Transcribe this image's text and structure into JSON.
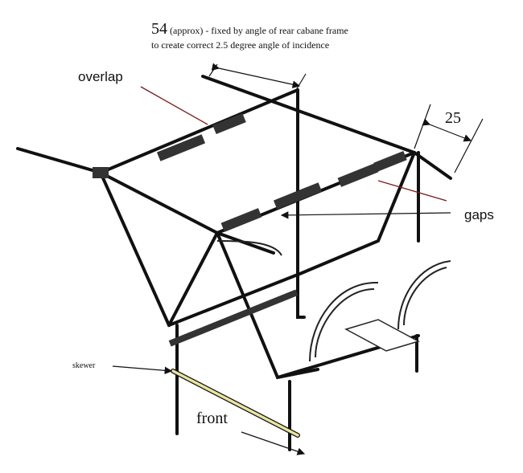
{
  "title": {
    "number": "54",
    "line1_rest": "(approx) - fixed by angle of  rear cabane frame",
    "line2": "to create correct 2.5 degree angle of incidence"
  },
  "labels": {
    "overlap": "overlap",
    "gaps": "gaps",
    "dimension_25": "25",
    "skewer": "skewer",
    "front": "front"
  },
  "colors": {
    "frame": "#111111",
    "arrow_red": "#7a1a1a",
    "skewer": "#e8e4a0"
  }
}
